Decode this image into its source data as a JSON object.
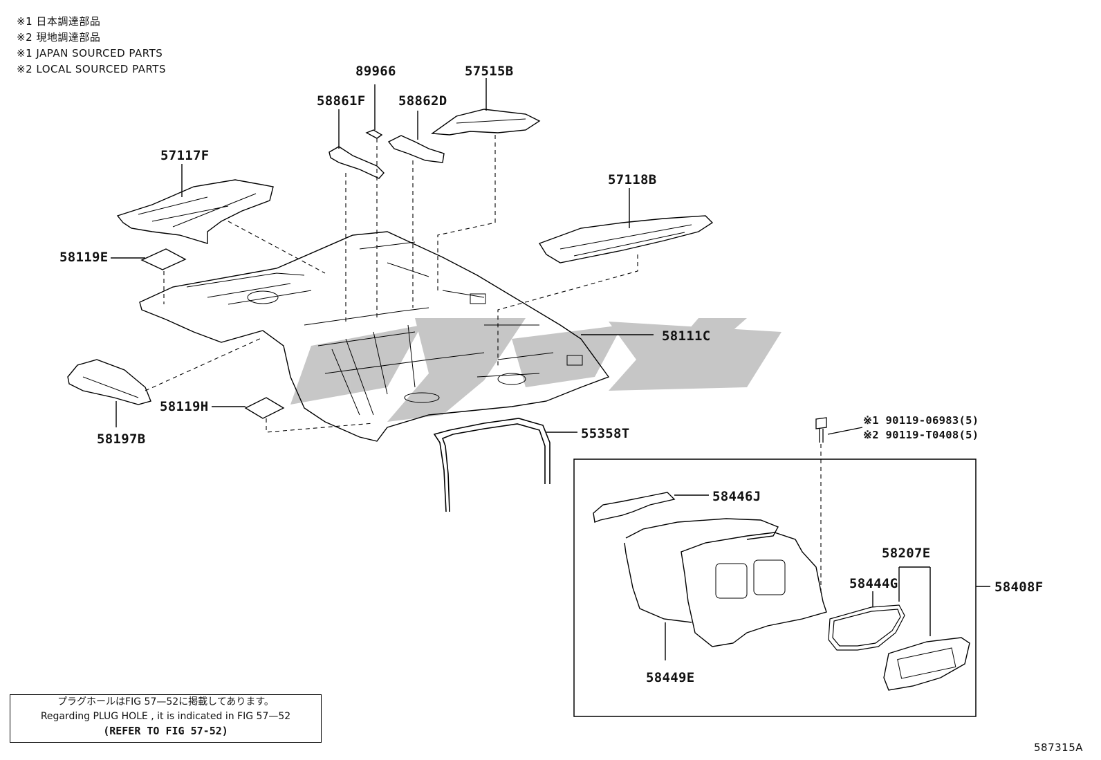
{
  "notes": {
    "line1": "※1 日本調達部品",
    "line2": "※2 現地調達部品",
    "line3": "※1 JAPAN SOURCED PARTS",
    "line4": "※2 LOCAL SOURCED PARTS"
  },
  "parts": {
    "p89966": "89966",
    "p57515B": "57515B",
    "p58861F": "58861F",
    "p58862D": "58862D",
    "p57117F": "57117F",
    "p57118B": "57118B",
    "p58119E": "58119E",
    "p58111C": "58111C",
    "p58119H": "58119H",
    "p58197B": "58197B",
    "p55358T": "55358T",
    "p58446J": "58446J",
    "p58207E": "58207E",
    "p58444G": "58444G",
    "p58408F": "58408F",
    "p58449E": "58449E",
    "bolt1": "※1 90119-06983(5)",
    "bolt2": "※2 90119-T0408(5)"
  },
  "footnote": {
    "jp": "プラグホールはFIG 57—52に掲載してあります。",
    "en": "Regarding PLUG HOLE , it is indicated in FIG 57—52",
    "ref": "(REFER TO FIG 57-52)"
  },
  "figure_id": "587315A"
}
